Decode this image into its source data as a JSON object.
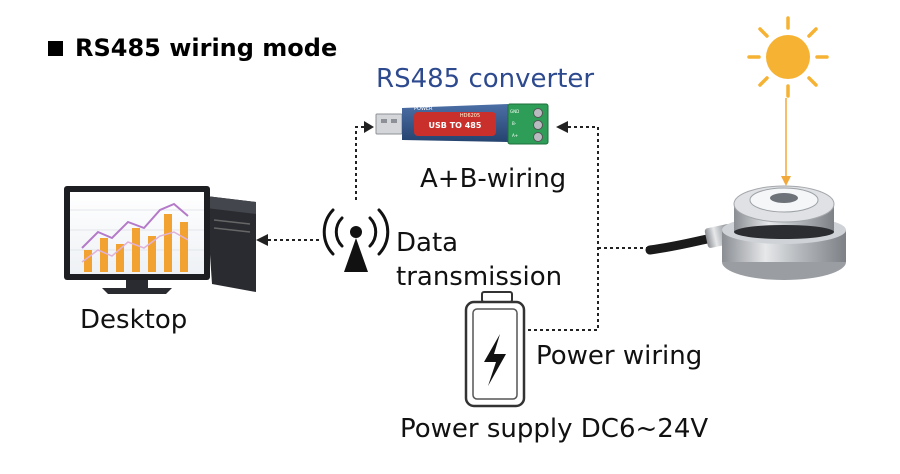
{
  "title": "RS485 wiring mode",
  "labels": {
    "converter": "RS485 converter",
    "ab_wiring": "A+B-wiring",
    "data_line1": "Data",
    "data_line2": "transmission",
    "desktop": "Desktop",
    "power_wiring": "Power wiring",
    "power_supply": "Power supply DC6~24V"
  },
  "converter_device": {
    "label_main": "USB TO 485",
    "label_model": "HD6205",
    "label_power": "POWER",
    "pins": [
      "GND",
      "B-",
      "A+"
    ]
  },
  "colors": {
    "converter_title": "#2e4a8f",
    "sun": "#f6b233",
    "sun_ray": "#f2a93b",
    "converter_body": "#c9302c",
    "terminal_green": "#2e9d57",
    "chart_orange": "#f2a230",
    "chart_purple": "#b47ac9"
  },
  "icons": [
    "sun-icon",
    "antenna-icon",
    "battery-icon",
    "desktop-computer-icon",
    "sensor-icon",
    "usb-converter-icon"
  ]
}
